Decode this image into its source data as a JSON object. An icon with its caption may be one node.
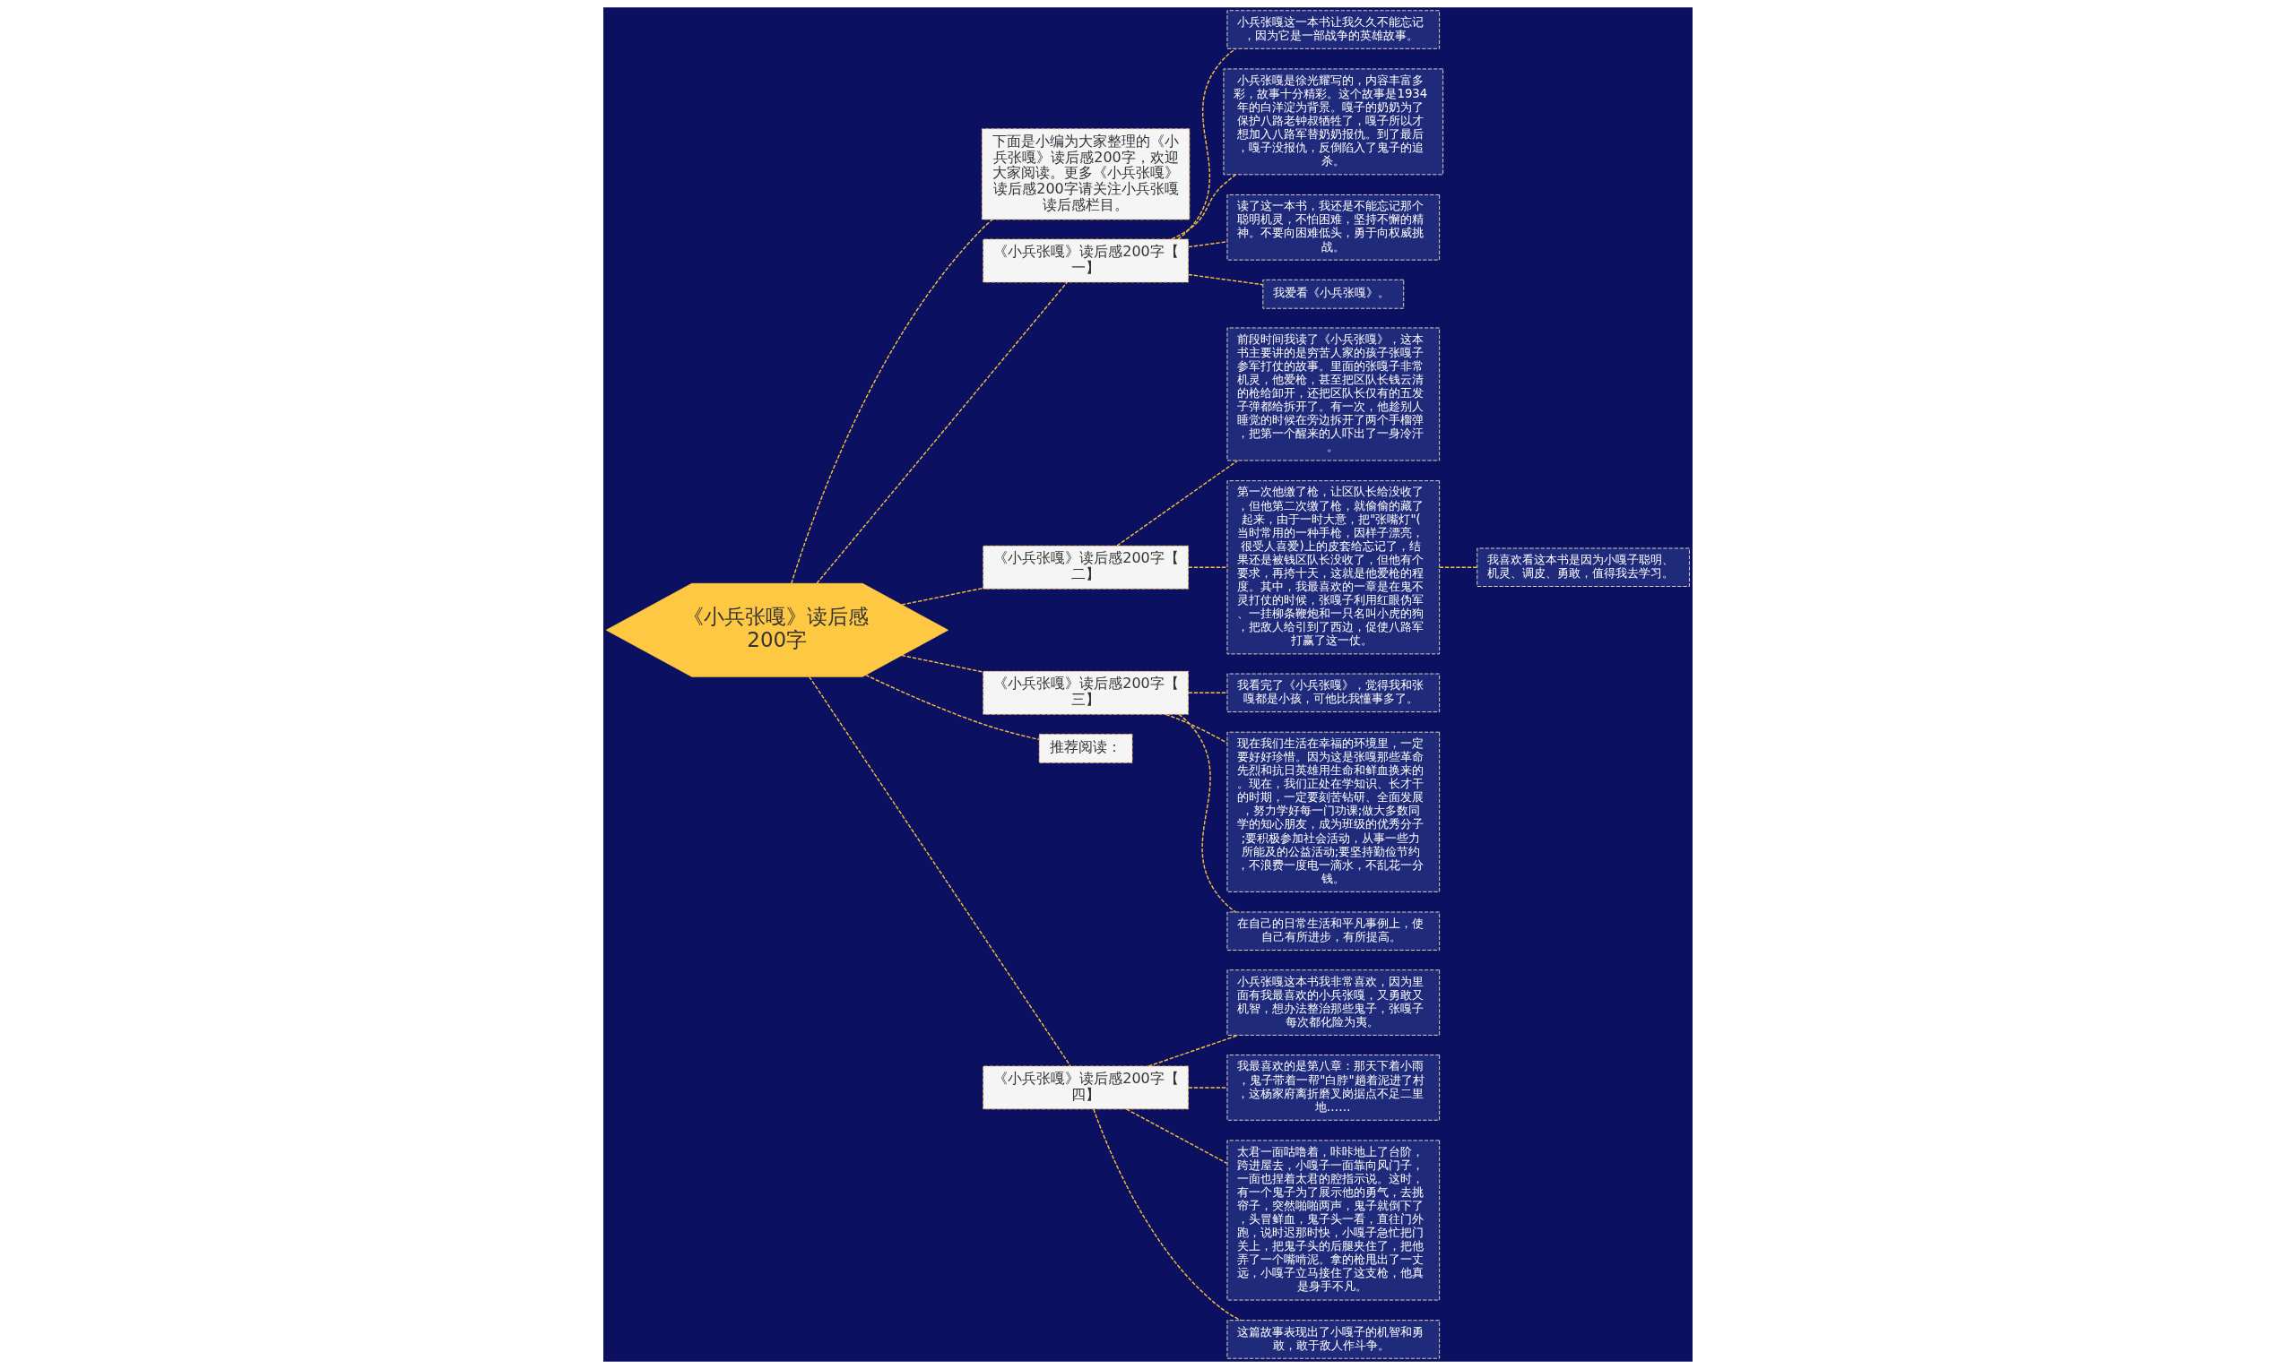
{
  "diagram": {
    "nodes": [
      {
        "text": [
          "《小兵张嘎》读后感200字"
        ]
      },
      {
        "text": [
          "下面是小编为大家整理的《小兵张嘎》读后感200字，欢迎大家阅读。更多《小兵张嘎》读后感200字请关注小兵张嘎读后感栏目。"
        ]
      },
      {
        "text": [
          "《小兵张嘎》读后感200字【一】"
        ]
      },
      {
        "text": [
          "小兵张嘎这一本书让我久久不能忘记，因为它是一部战争的英雄故事。"
        ]
      },
      {
        "text": [
          "小兵张嘎是徐光耀写的，内容丰富多彩，故事十分精彩。这个故事是1934年的白洋淀为背景。嘎子的奶奶为了保护八路老钟叔牺牲了，嘎子所以才想加入八路军替奶奶报仇。到了最后，嘎子没报仇，反倒陷入了鬼子的追杀。"
        ]
      },
      {
        "text": [
          "读了这一本书，我还是不能忘记那个聪明机灵，不怕困难，坚持不懈的精神。不要向困难低头，勇于向权威挑战。"
        ]
      },
      {
        "text": [
          "我爱看《小兵张嘎》。"
        ]
      },
      {
        "text": [
          "《小兵张嘎》读后感200字【二】"
        ]
      },
      {
        "text": [
          "前段时间我读了《小兵张嘎》，这本书主要讲的是穷苦人家的孩子张嘎子参军打仗的故事。里面的张嘎子非常机灵，他爱枪，甚至把区队长钱云清的枪给卸开，还把区队长仅有的五发子弹都给拆开了。有一次，他趁别人睡觉的时候在旁边拆开了两个手榴弹，把第一个醒来的人吓出了一身冷汗。"
        ]
      },
      {
        "text": [
          "第一次他缴了枪，让区队长给没收了，但他第二次缴了枪，就偷偷的藏了起来，由于一时大意，把\"张嘴灯\"(当时常用的一种手枪，因样子漂亮，很受人喜爱)上的皮套给忘记了，结果还是被钱区队长没收了，但他有个要求，再挎十天，这就是他爱枪的程度。其中，我最喜欢的一章是在鬼不灵打仗的时候，张嘎子利用红眼伪军、一挂柳条鞭炮和一只名叫小虎的狗，把敌人给引到了西边，促使八路军打赢了这一仗。"
        ]
      },
      {
        "text": [
          "我喜欢看这本书是因为小嘎子聪明、机灵、调皮、勇敢，值得我去学习。"
        ]
      },
      {
        "text": [
          "《小兵张嘎》读后感200字【三】"
        ]
      },
      {
        "text": [
          "我看完了《小兵张嘎》，觉得我和张嘎都是小孩，可他比我懂事多了。"
        ]
      },
      {
        "text": [
          "现在我们生活在幸福的环境里，一定要好好珍惜。因为这是张嘎那些革命先烈和抗日英雄用生命和鲜血换来的。现在，我们正处在学知识、长才干的时期，一定要刻苦钻研、全面发展，努力学好每一门功课;做大多数同学的知心朋友，成为班级的优秀分子;要积极参加社会活动，从事一些力所能及的公益活动;要坚持勤俭节约，不浪费一度电一滴水，不乱花一分钱。"
        ]
      },
      {
        "text": [
          "在自己的日常生活和平凡事例上，使自己有所进步，有所提高。"
        ]
      },
      {
        "text": [
          "推荐阅读："
        ]
      },
      {
        "text": [
          "《小兵张嘎》读后感200字【四】"
        ]
      },
      {
        "text": [
          "小兵张嘎这本书我非常喜欢，因为里面有我最喜欢的小兵张嘎，又勇敢又机智，想办法整治那些鬼子，张嘎子每次都化险为夷。"
        ]
      },
      {
        "text": [
          "我最喜欢的是第八章：那天下着小雨，鬼子带着一帮\"白脖\"趟着泥进了村，这杨家府离折磨叉岗据点不足二里地……"
        ]
      },
      {
        "text": [
          "太君一面咕噜着，咔咔地上了台阶，跨进屋去，小嘎子一面靠向风门子，一面也捏着太君的腔指示说。这时，有一个鬼子为了展示他的勇气，去挑帘子，突然啪啪两声，鬼子就倒下了，头冒鲜血，鬼子头一看，直往门外跑，说时迟那时快，小嘎子急忙把门关上，把鬼子头的后腿夹住了，把他弄了一个嘴啃泥。拿的枪甩出了一丈远，小嘎子立马接住了这支枪，他真是身手不凡。"
        ]
      },
      {
        "text": [
          "这篇故事表现出了小嘎子的机智和勇敢，敢于敌人作斗争。"
        ]
      }
    ],
    "edges": [
      {
        "from": 0,
        "to": 1,
        "arrow": "none"
      },
      {
        "from": 0,
        "to": 2,
        "arrow": "none"
      },
      {
        "from": 2,
        "to": 3,
        "arrow": "none"
      },
      {
        "from": 2,
        "to": 4,
        "arrow": "none"
      },
      {
        "from": 2,
        "to": 5,
        "arrow": "none"
      },
      {
        "from": 2,
        "to": 6,
        "arrow": "none"
      },
      {
        "from": 0,
        "to": 7,
        "arrow": "none"
      },
      {
        "from": 7,
        "to": 8,
        "arrow": "none"
      },
      {
        "from": 7,
        "to": 9,
        "arrow": "none"
      },
      {
        "from": 9,
        "to": 10,
        "arrow": "none"
      },
      {
        "from": 0,
        "to": 11,
        "arrow": "none"
      },
      {
        "from": 11,
        "to": 12,
        "arrow": "none"
      },
      {
        "from": 11,
        "to": 13,
        "arrow": "none"
      },
      {
        "from": 11,
        "to": 14,
        "arrow": "none"
      },
      {
        "from": 0,
        "to": 15,
        "arrow": "none"
      },
      {
        "from": 0,
        "to": 16,
        "arrow": "none"
      },
      {
        "from": 16,
        "to": 17,
        "arrow": "none"
      },
      {
        "from": 16,
        "to": 18,
        "arrow": "none"
      },
      {
        "from": 16,
        "to": 19,
        "arrow": "none"
      },
      {
        "from": 16,
        "to": 20,
        "arrow": "none"
      }
    ]
  }
}
